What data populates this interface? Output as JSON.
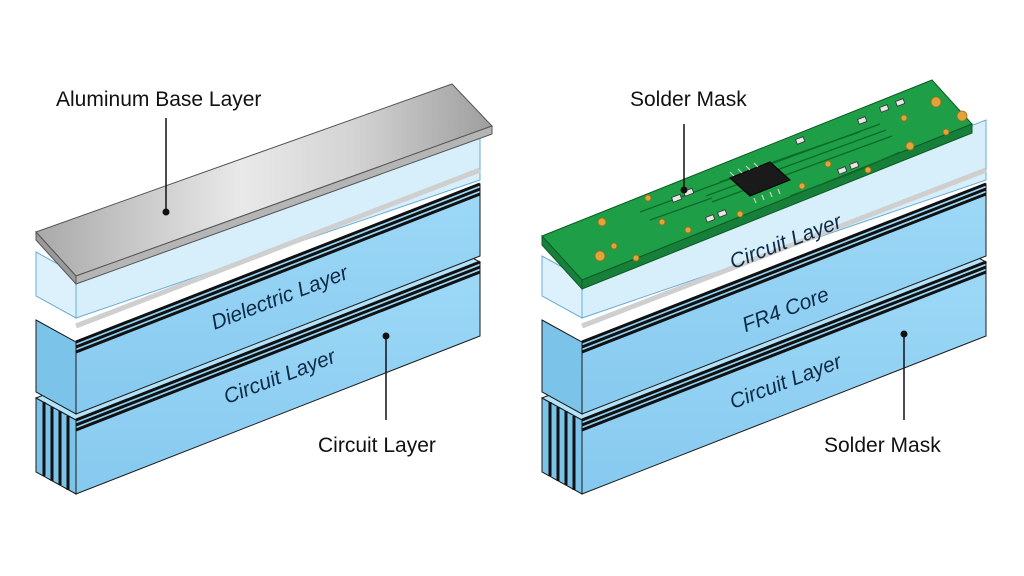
{
  "left_stack": {
    "callout_top": "Aluminum Base Layer",
    "label_middle": "Dielectric Layer",
    "label_bottom": "Circuit Layer",
    "callout_bottom": "Circuit Layer"
  },
  "right_stack": {
    "callout_top": "Solder Mask",
    "label_upper": "Circuit Layer",
    "label_middle": "FR4 Core",
    "label_bottom": "Circuit Layer",
    "callout_bottom": "Solder Mask"
  },
  "colors": {
    "layer_blue": "#8fd0f3",
    "layer_blue_light": "#bfe6fa",
    "aluminum": "#c9c9c9",
    "pcb_green": "#1e9e47",
    "pad_gold": "#e0a43a",
    "outline": "#1b1b1b"
  }
}
